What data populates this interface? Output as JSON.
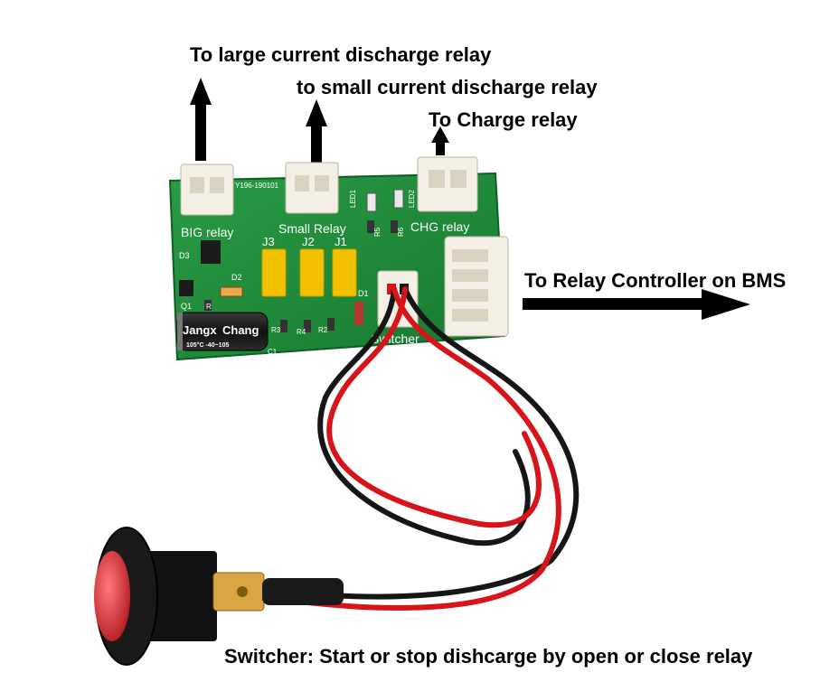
{
  "annotations": {
    "big_relay": "To large current discharge relay",
    "small_relay": "to small current discharge relay",
    "charge_relay": "To Charge relay",
    "bms": "To Relay Controller on BMS",
    "switcher": "Switcher: Start or stop dishcarge by open or close relay"
  },
  "board_silkscreen": {
    "part_number": "Y196-190101",
    "big_relay": "BIG relay",
    "small_relay": "Small Relay",
    "chg_relay": "CHG relay",
    "switcher": "Switcher",
    "j3": "J3",
    "j2": "J2",
    "j1": "J1",
    "led1": "LED1",
    "led2": "LED2",
    "d1": "D1",
    "d2": "D2",
    "d3": "D3",
    "q1": "Q1",
    "r1": "R",
    "r2": "R2",
    "r3": "R3",
    "r4": "R4",
    "r5": "R5",
    "r6": "R6",
    "c1": "C1"
  },
  "capacitor": {
    "brand_left": "Jangx",
    "brand_right": "Chang",
    "rating": "105°C  -40~105"
  },
  "colors": {
    "pcb": "#1f8a3a",
    "wire_red": "#d8141b",
    "wire_black": "#161616",
    "relay_yellow": "#f2c200",
    "connector": "#f1ede2",
    "switch_red": "#d8262a"
  }
}
